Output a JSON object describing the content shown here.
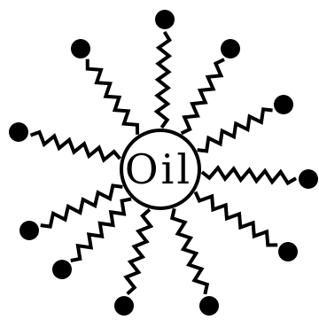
{
  "diagram": {
    "center_label": "Oil",
    "center_shape": "circle",
    "chain_count": 11,
    "chain_style": "zigzag",
    "head_style": "filled-circle",
    "colors": {
      "stroke": "#000000",
      "fill": "#ffffff",
      "heads": "#000000",
      "label": "#000000"
    }
  }
}
